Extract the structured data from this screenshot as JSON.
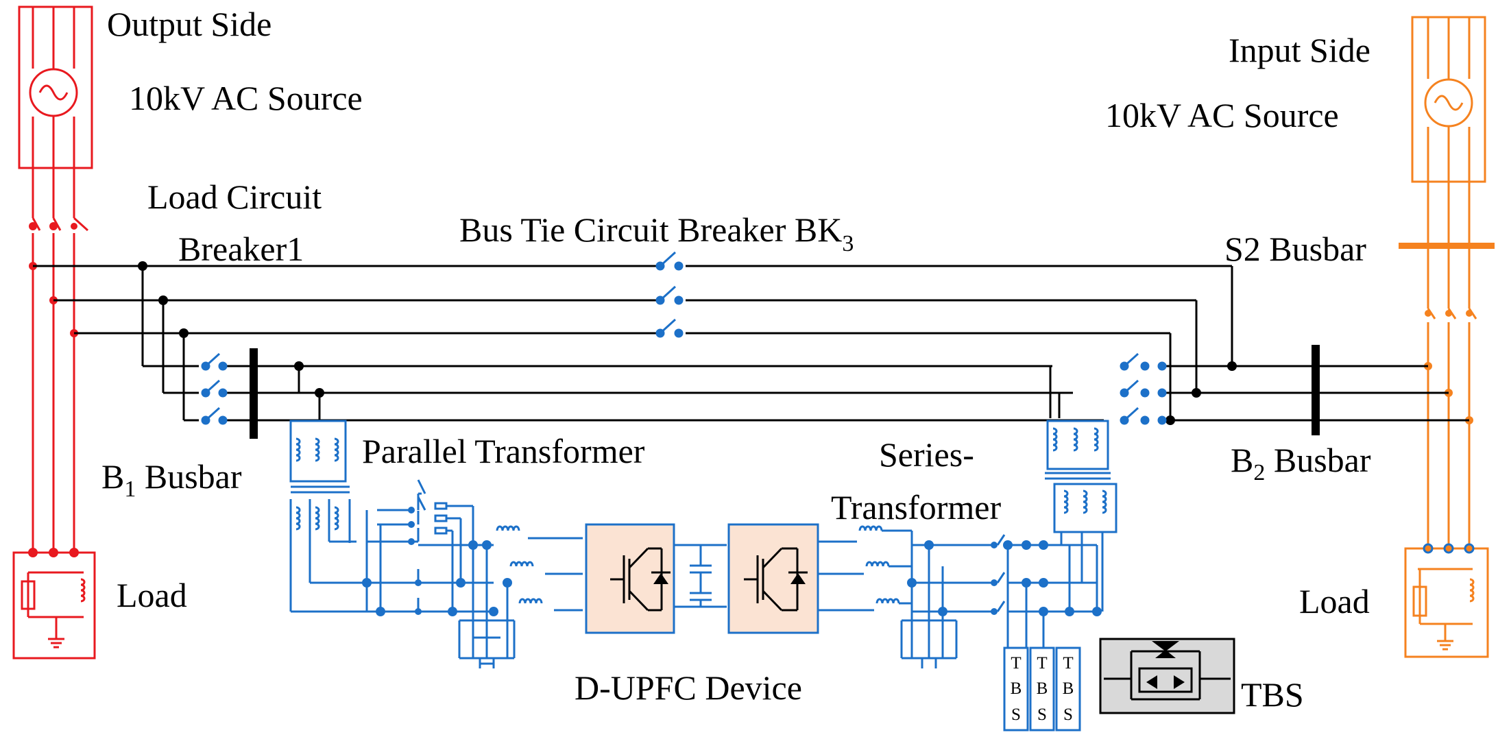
{
  "labels": {
    "output_side": "Output Side",
    "output_source": "10kV AC Source",
    "input_side": "Input Side",
    "input_source": "10kV AC Source",
    "load_cb_line1": "Load Circuit",
    "load_cb_line2": "Breaker1",
    "bus_tie_text": "Bus Tie Circuit Breaker BK",
    "bus_tie_sub": "3",
    "s2_busbar": "S2 Busbar",
    "b1_prefix": "B",
    "b1_sub": "1",
    "b1_suffix": " Busbar",
    "b2_prefix": "B",
    "b2_sub": "2",
    "b2_suffix": " Busbar",
    "parallel_transformer": "Parallel Transformer",
    "series_line1": "Series-",
    "series_line2": "Transformer",
    "load_left": "Load",
    "load_right": "Load",
    "dupfc": "D-UPFC Device",
    "tbs_label": "TBS",
    "tbs_box_letters": [
      "T",
      "B",
      "S"
    ]
  },
  "colors": {
    "output_side": "#e8191f",
    "input_side": "#f5821f",
    "dupfc": "#1c70c8",
    "busline": "#000000",
    "converter_fill": "#fbe3d3",
    "tbs_fill": "#d9d9d9"
  }
}
